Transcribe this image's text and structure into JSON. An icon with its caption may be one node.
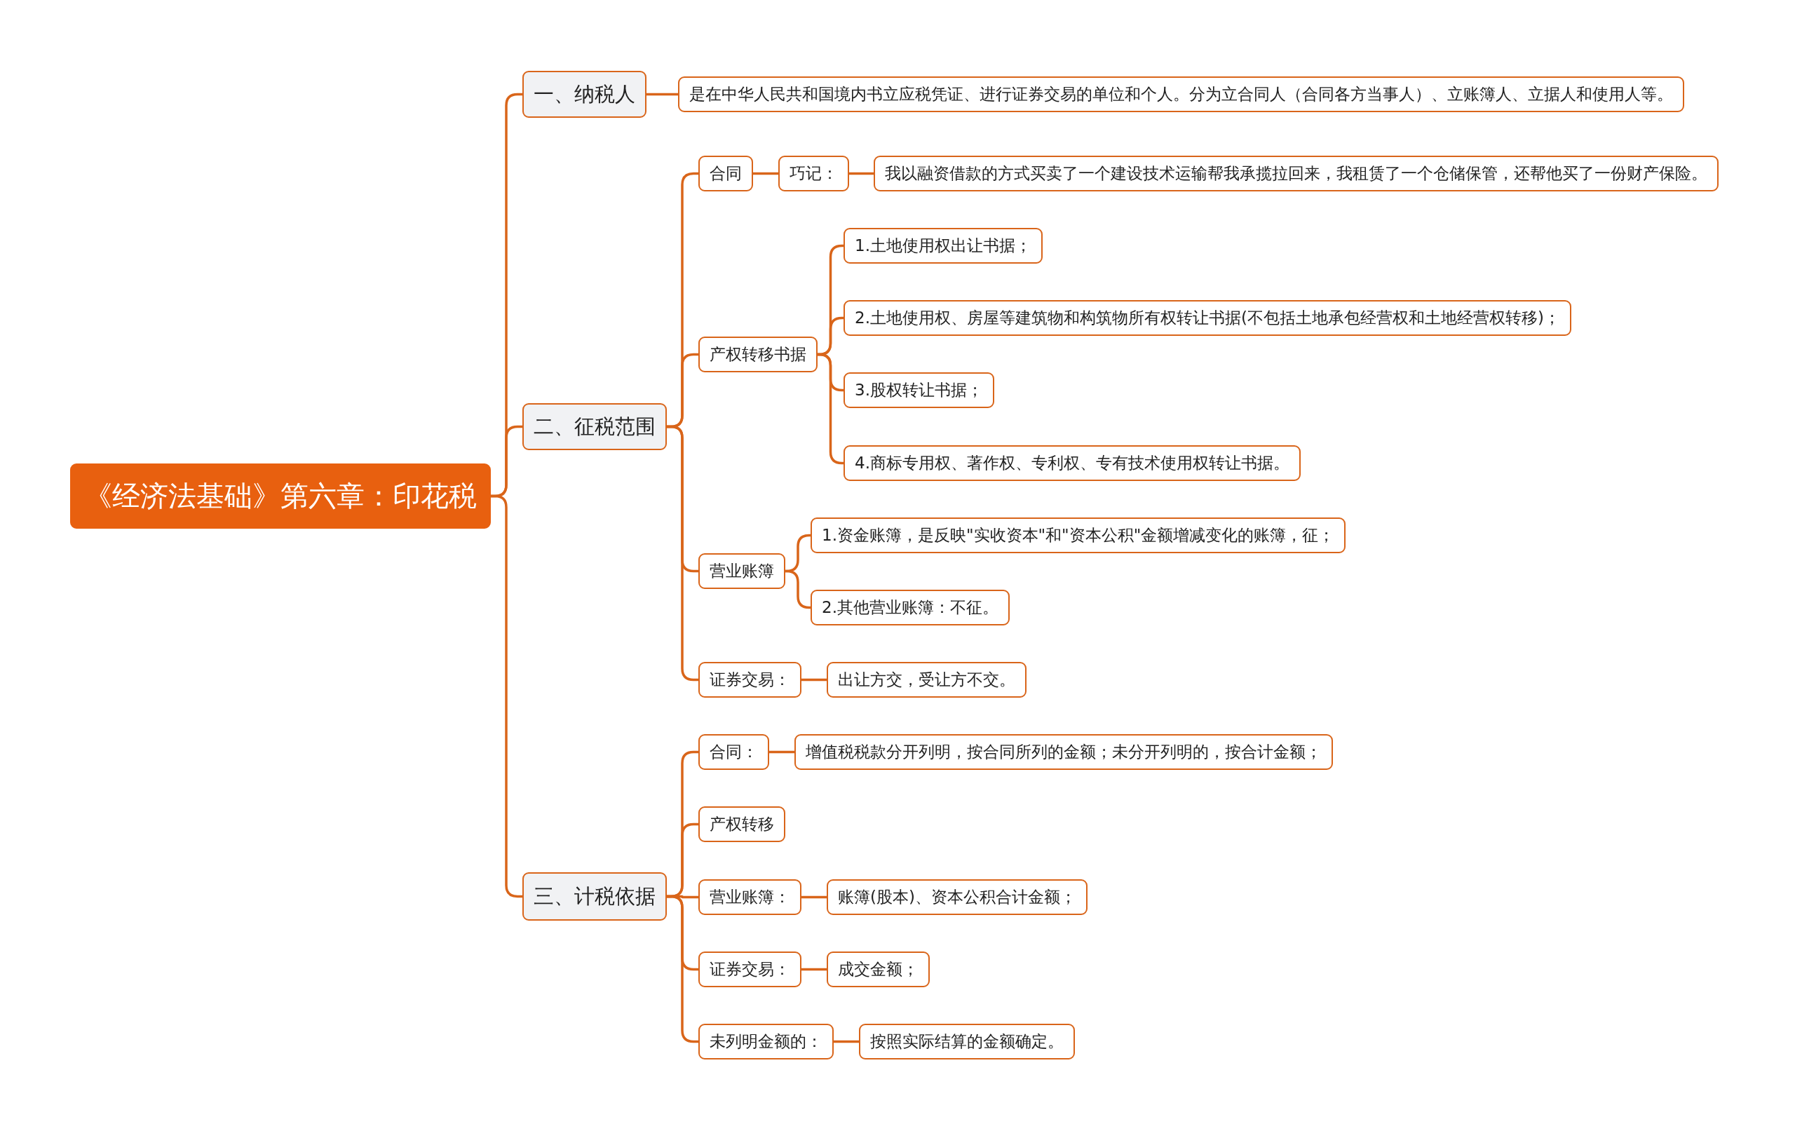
{
  "diagram": {
    "nodes": [
      {
        "text": [
          "《经济法基础》第六章：印花税"
        ]
      },
      {
        "text": [
          "一、纳税人"
        ]
      },
      {
        "text": [
          "是在中华人民共和国境内书立应税凭证、进行证券交易的单位和个人。分为立合同人（合同各方当事人）、立账簿人、立据人和使用人等。"
        ]
      },
      {
        "text": [
          "二、征税范围"
        ]
      },
      {
        "text": [
          "合同"
        ]
      },
      {
        "text": [
          "巧记："
        ]
      },
      {
        "text": [
          "我以融资借款的方式买卖了一个建设技术运输帮我承揽拉回来，我租赁了一个仓储保管，还帮他买了一份财产保险。"
        ]
      },
      {
        "text": [
          "产权转移书据"
        ]
      },
      {
        "text": [
          "1.土地使用权出让书据；"
        ]
      },
      {
        "text": [
          "2.土地使用权、房屋等建筑物和构筑物所有权转让书据(不包括土地承包经营权和土地经营权转移)；"
        ]
      },
      {
        "text": [
          "3.股权转让书据；"
        ]
      },
      {
        "text": [
          "4.商标专用权、著作权、专利权、专有技术使用权转让书据。"
        ]
      },
      {
        "text": [
          "营业账簿"
        ]
      },
      {
        "text": [
          "1.资金账簿，是反映\"实收资本\"和\"资本公积\"金额增减变化的账簿，征；"
        ]
      },
      {
        "text": [
          "2.其他营业账簿：不征。"
        ]
      },
      {
        "text": [
          "证券交易："
        ]
      },
      {
        "text": [
          "出让方交，受让方不交。"
        ]
      },
      {
        "text": [
          "三、计税依据"
        ]
      },
      {
        "text": [
          "合同："
        ]
      },
      {
        "text": [
          "增值税税款分开列明，按合同所列的金额；未分开列明的，按合计金额；"
        ]
      },
      {
        "text": [
          "产权转移"
        ]
      },
      {
        "text": [
          "营业账簿："
        ]
      },
      {
        "text": [
          "账簿(股本)、资本公积合计金额；"
        ]
      },
      {
        "text": [
          "证券交易："
        ]
      },
      {
        "text": [
          "成交金额；"
        ]
      },
      {
        "text": [
          "未列明金额的："
        ]
      },
      {
        "text": [
          "按照实际结算的金额确定。"
        ]
      }
    ],
    "edges": [
      {
        "from": 0,
        "to": 1,
        "arrow": "none"
      },
      {
        "from": 0,
        "to": 3,
        "arrow": "none"
      },
      {
        "from": 0,
        "to": 17,
        "arrow": "none"
      },
      {
        "from": 1,
        "to": 2,
        "arrow": "none"
      },
      {
        "from": 3,
        "to": 4,
        "arrow": "none"
      },
      {
        "from": 3,
        "to": 7,
        "arrow": "none"
      },
      {
        "from": 3,
        "to": 12,
        "arrow": "none"
      },
      {
        "from": 3,
        "to": 15,
        "arrow": "none"
      },
      {
        "from": 4,
        "to": 5,
        "arrow": "none"
      },
      {
        "from": 5,
        "to": 6,
        "arrow": "none"
      },
      {
        "from": 7,
        "to": 8,
        "arrow": "none"
      },
      {
        "from": 7,
        "to": 9,
        "arrow": "none"
      },
      {
        "from": 7,
        "to": 10,
        "arrow": "none"
      },
      {
        "from": 7,
        "to": 11,
        "arrow": "none"
      },
      {
        "from": 12,
        "to": 13,
        "arrow": "none"
      },
      {
        "from": 12,
        "to": 14,
        "arrow": "none"
      },
      {
        "from": 15,
        "to": 16,
        "arrow": "none"
      },
      {
        "from": 17,
        "to": 18,
        "arrow": "none"
      },
      {
        "from": 17,
        "to": 20,
        "arrow": "none"
      },
      {
        "from": 17,
        "to": 21,
        "arrow": "none"
      },
      {
        "from": 17,
        "to": 23,
        "arrow": "none"
      },
      {
        "from": 17,
        "to": 25,
        "arrow": "none"
      },
      {
        "from": 18,
        "to": 19,
        "arrow": "none"
      },
      {
        "from": 21,
        "to": 22,
        "arrow": "none"
      },
      {
        "from": 23,
        "to": 24,
        "arrow": "none"
      },
      {
        "from": 25,
        "to": 26,
        "arrow": "none"
      }
    ]
  }
}
